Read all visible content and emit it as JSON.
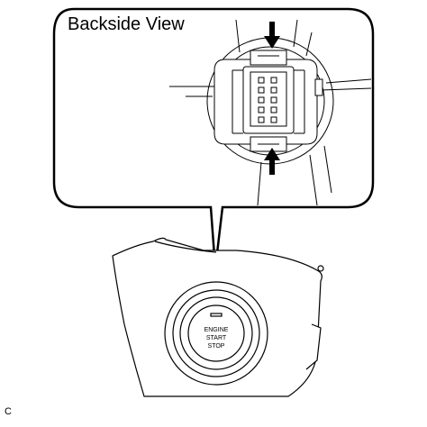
{
  "callout": {
    "title": "Backside View"
  },
  "button": {
    "line1": "ENGINE",
    "line2": "START",
    "line3": "STOP"
  },
  "figure_code": "C",
  "colors": {
    "line": "#000000",
    "background": "#ffffff"
  }
}
